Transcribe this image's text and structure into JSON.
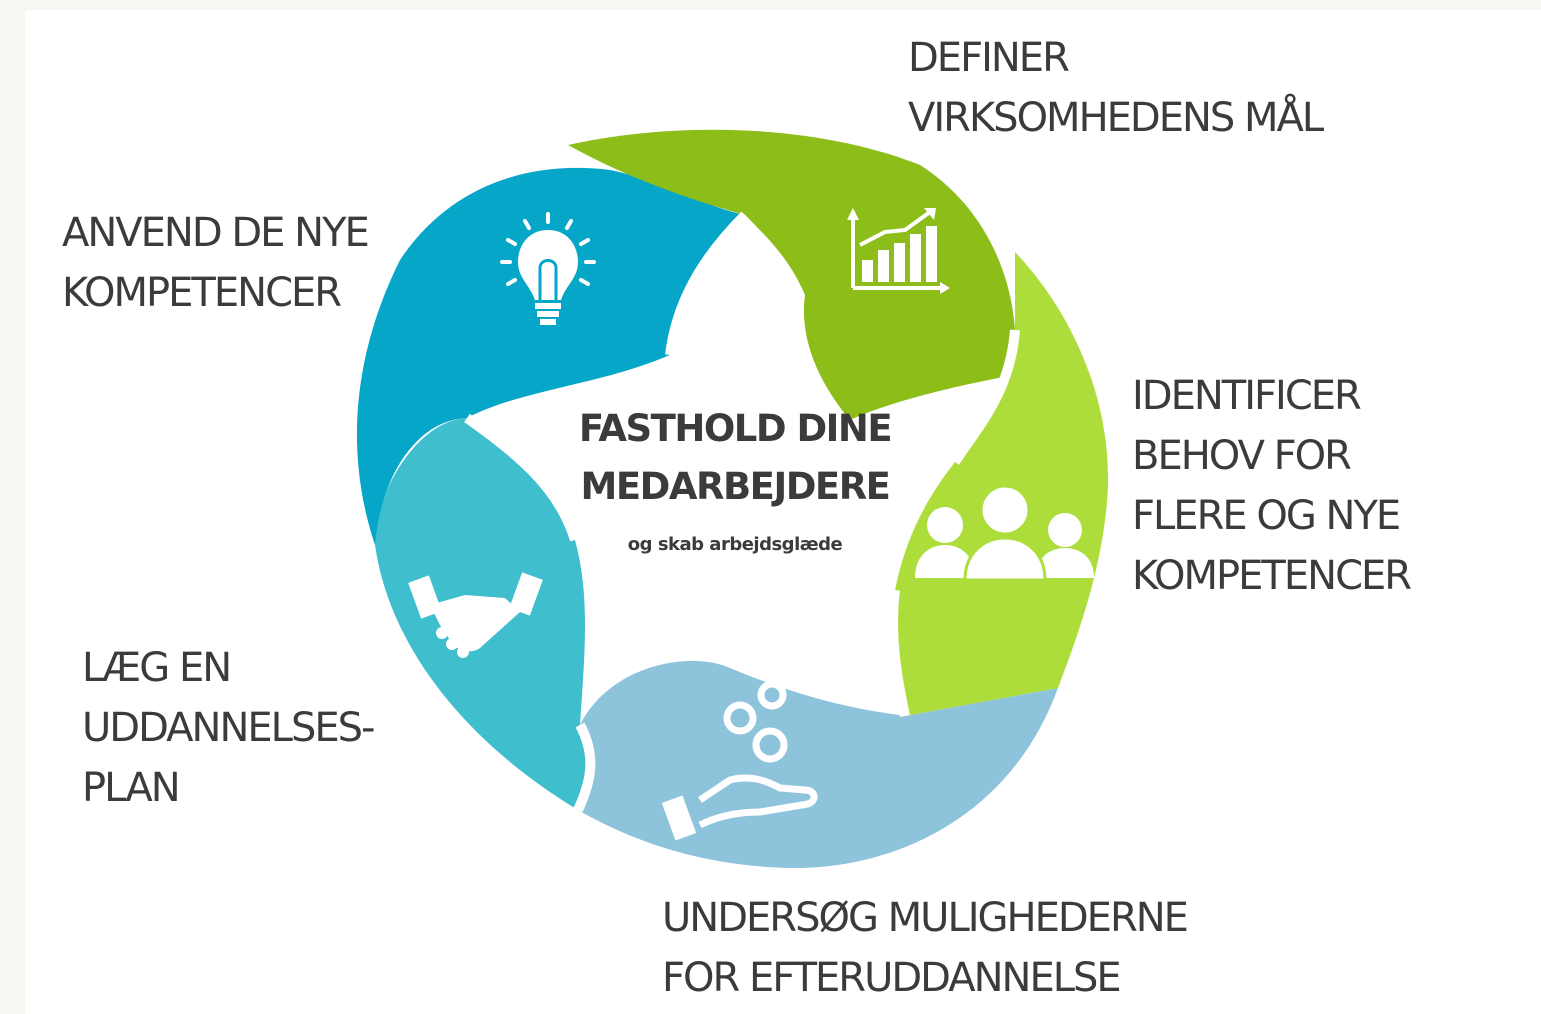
{
  "center": {
    "title": "FASTHOLD DINE\nMEDARBEJDERE",
    "subtitle": "og skab arbejdsglæde"
  },
  "steps": [
    {
      "label": "DEFINER\nVIRKSOMHEDENS MÅL",
      "icon": "bar-chart-growth-icon",
      "color": "#8dbd19"
    },
    {
      "label": "IDENTIFICER\nBEHOV FOR\nFLERE OG NYE\nKOMPETENCER",
      "icon": "people-group-icon",
      "color": "#addd3a"
    },
    {
      "label": "UNDERSØG MULIGHEDERNE\nFOR EFTERUDDANNELSE",
      "icon": "gears-in-hand-icon",
      "color": "#8ec3dc"
    },
    {
      "label": "LÆG EN\nUDDANNELSES-\nPLAN",
      "icon": "handshake-icon",
      "color": "#3fbecd"
    },
    {
      "label": "ANVEND DE NYE\nKOMPETENCER",
      "icon": "lightbulb-icon",
      "color": "#06a6c9"
    }
  ]
}
